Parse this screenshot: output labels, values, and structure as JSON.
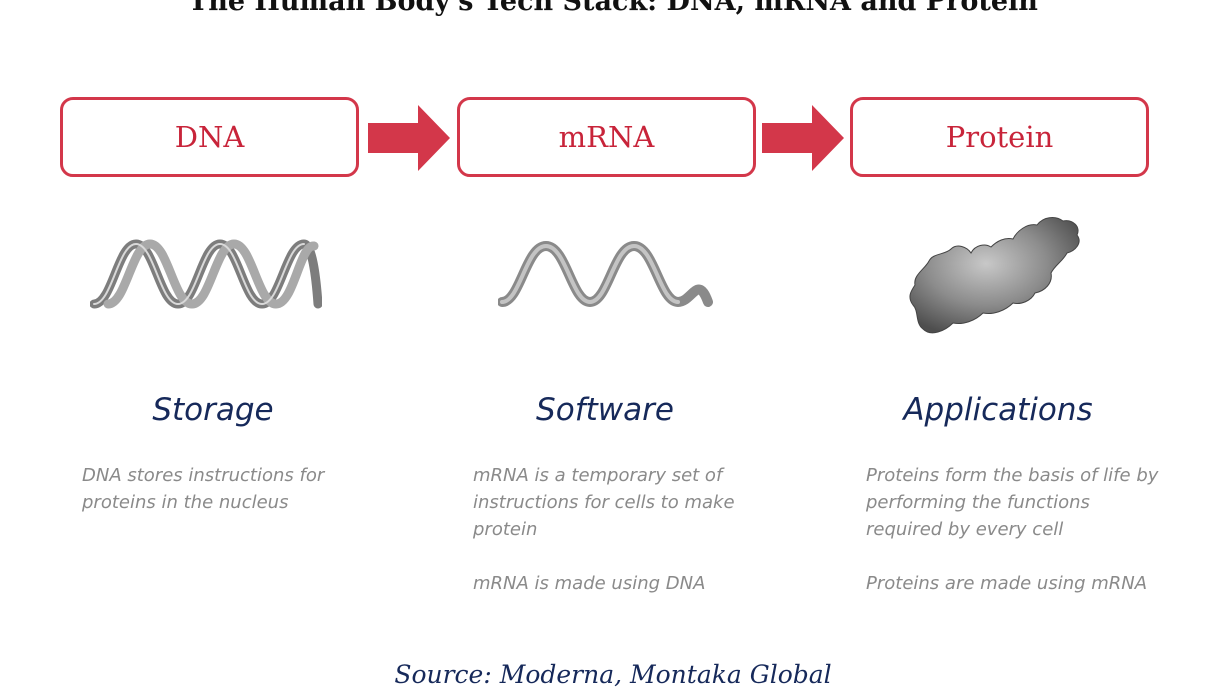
{
  "title": "The Human Body's Tech Stack: DNA, mRNA and Protein",
  "stages": [
    {
      "label": "DNA",
      "icon": "dna-double-helix-icon",
      "heading": "Storage",
      "paragraphs": [
        "DNA stores instructions for proteins in the nucleus"
      ]
    },
    {
      "label": "mRNA",
      "icon": "mrna-single-strand-icon",
      "heading": "Software",
      "paragraphs": [
        "mRNA is a temporary set of instructions for cells to make protein",
        "mRNA is made using DNA"
      ]
    },
    {
      "label": "Protein",
      "icon": "protein-blob-icon",
      "heading": "Applications",
      "paragraphs": [
        "Proteins form the basis of life by performing the functions required by every cell",
        "Proteins are made using mRNA"
      ]
    }
  ],
  "source": "Source: Moderna, Montaka Global",
  "colors": {
    "accent": "#d3374a",
    "stage_text": "#c8243a",
    "heading": "#16295a",
    "description": "#8a8a8a"
  }
}
